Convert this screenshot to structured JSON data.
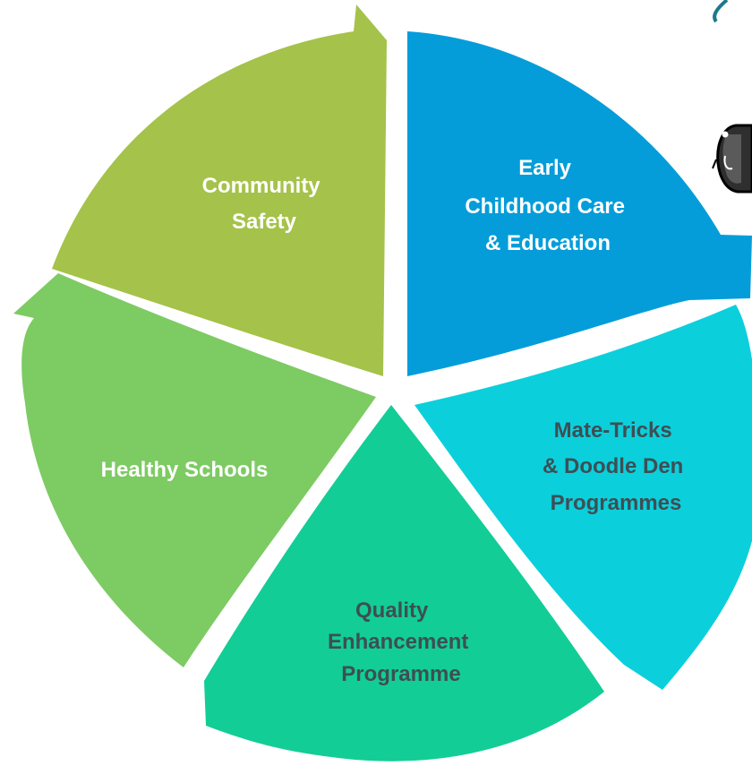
{
  "diagram": {
    "segments": [
      {
        "id": "early-childhood",
        "label_lines": [
          "Early",
          "Childhood Care",
          "& Education"
        ],
        "color": "#049dd9"
      },
      {
        "id": "mate-tricks",
        "label_lines": [
          "Mate-Tricks",
          "& Doodle Den",
          "Programmes"
        ],
        "color": "#0ccfdc"
      },
      {
        "id": "quality-enhancement",
        "label_lines": [
          "Quality",
          "Enhancement",
          "Programme"
        ],
        "color": "#13cd96"
      },
      {
        "id": "healthy-schools",
        "label_lines": [
          "Healthy Schools"
        ],
        "color": "#7dcb63"
      },
      {
        "id": "community-safety",
        "label_lines": [
          "Community",
          "Safety"
        ],
        "color": "#a5c24a"
      }
    ],
    "label_color_dark": "#3d4f54",
    "label_color_light": "#ffffff",
    "decor_color": "#1a7a8a"
  }
}
